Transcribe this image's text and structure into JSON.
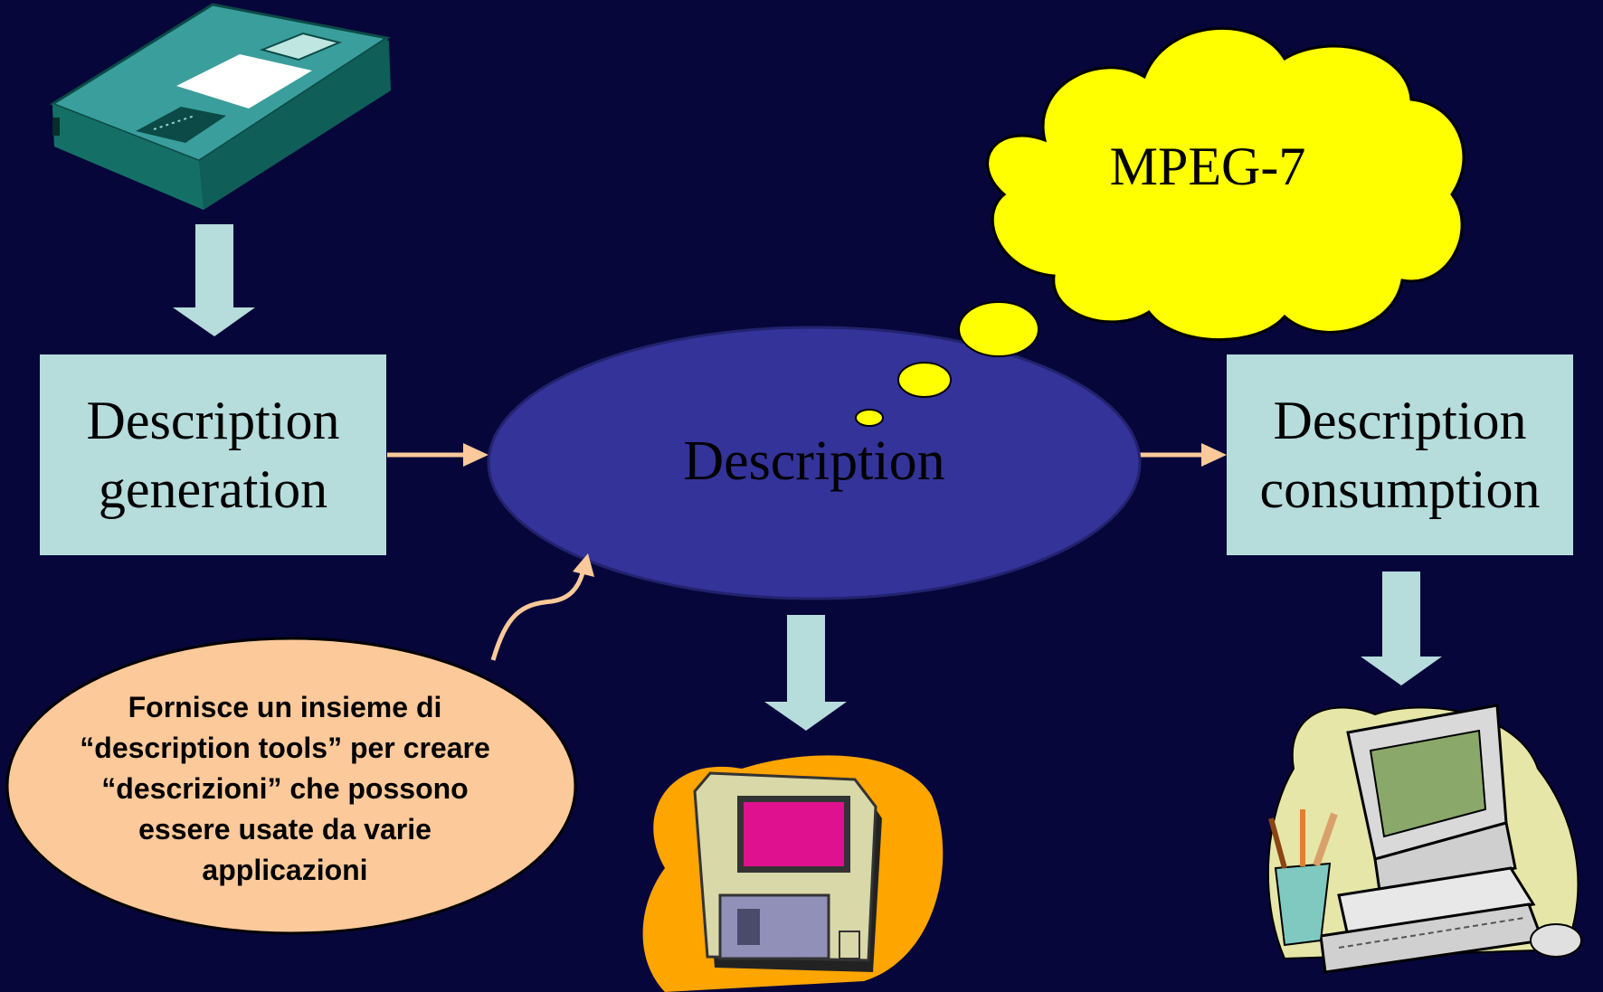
{
  "diagram": {
    "box_generation": {
      "lines": [
        "Description",
        "generation"
      ]
    },
    "box_consumption": {
      "lines": [
        "Description",
        "consumption"
      ]
    },
    "center_ellipse": {
      "label": "Description"
    },
    "cloud": {
      "label": "MPEG-7"
    },
    "note": {
      "lines": [
        "Fornisce un insieme di",
        "“description tools” per creare",
        "“descrizioni” che possono",
        "essere usate da varie",
        "applicazioni"
      ]
    },
    "icons": [
      "videotape-icon",
      "floppy-disk-icon",
      "computer-icon"
    ]
  },
  "colors": {
    "background": "#06063a",
    "box": "#b6dcdc",
    "ellipse": "#333399",
    "cloud": "#ffff00",
    "note": "#fcc99a",
    "flow_arrow": "#b6dcdc",
    "connector_arrow": "#fcc99a"
  }
}
